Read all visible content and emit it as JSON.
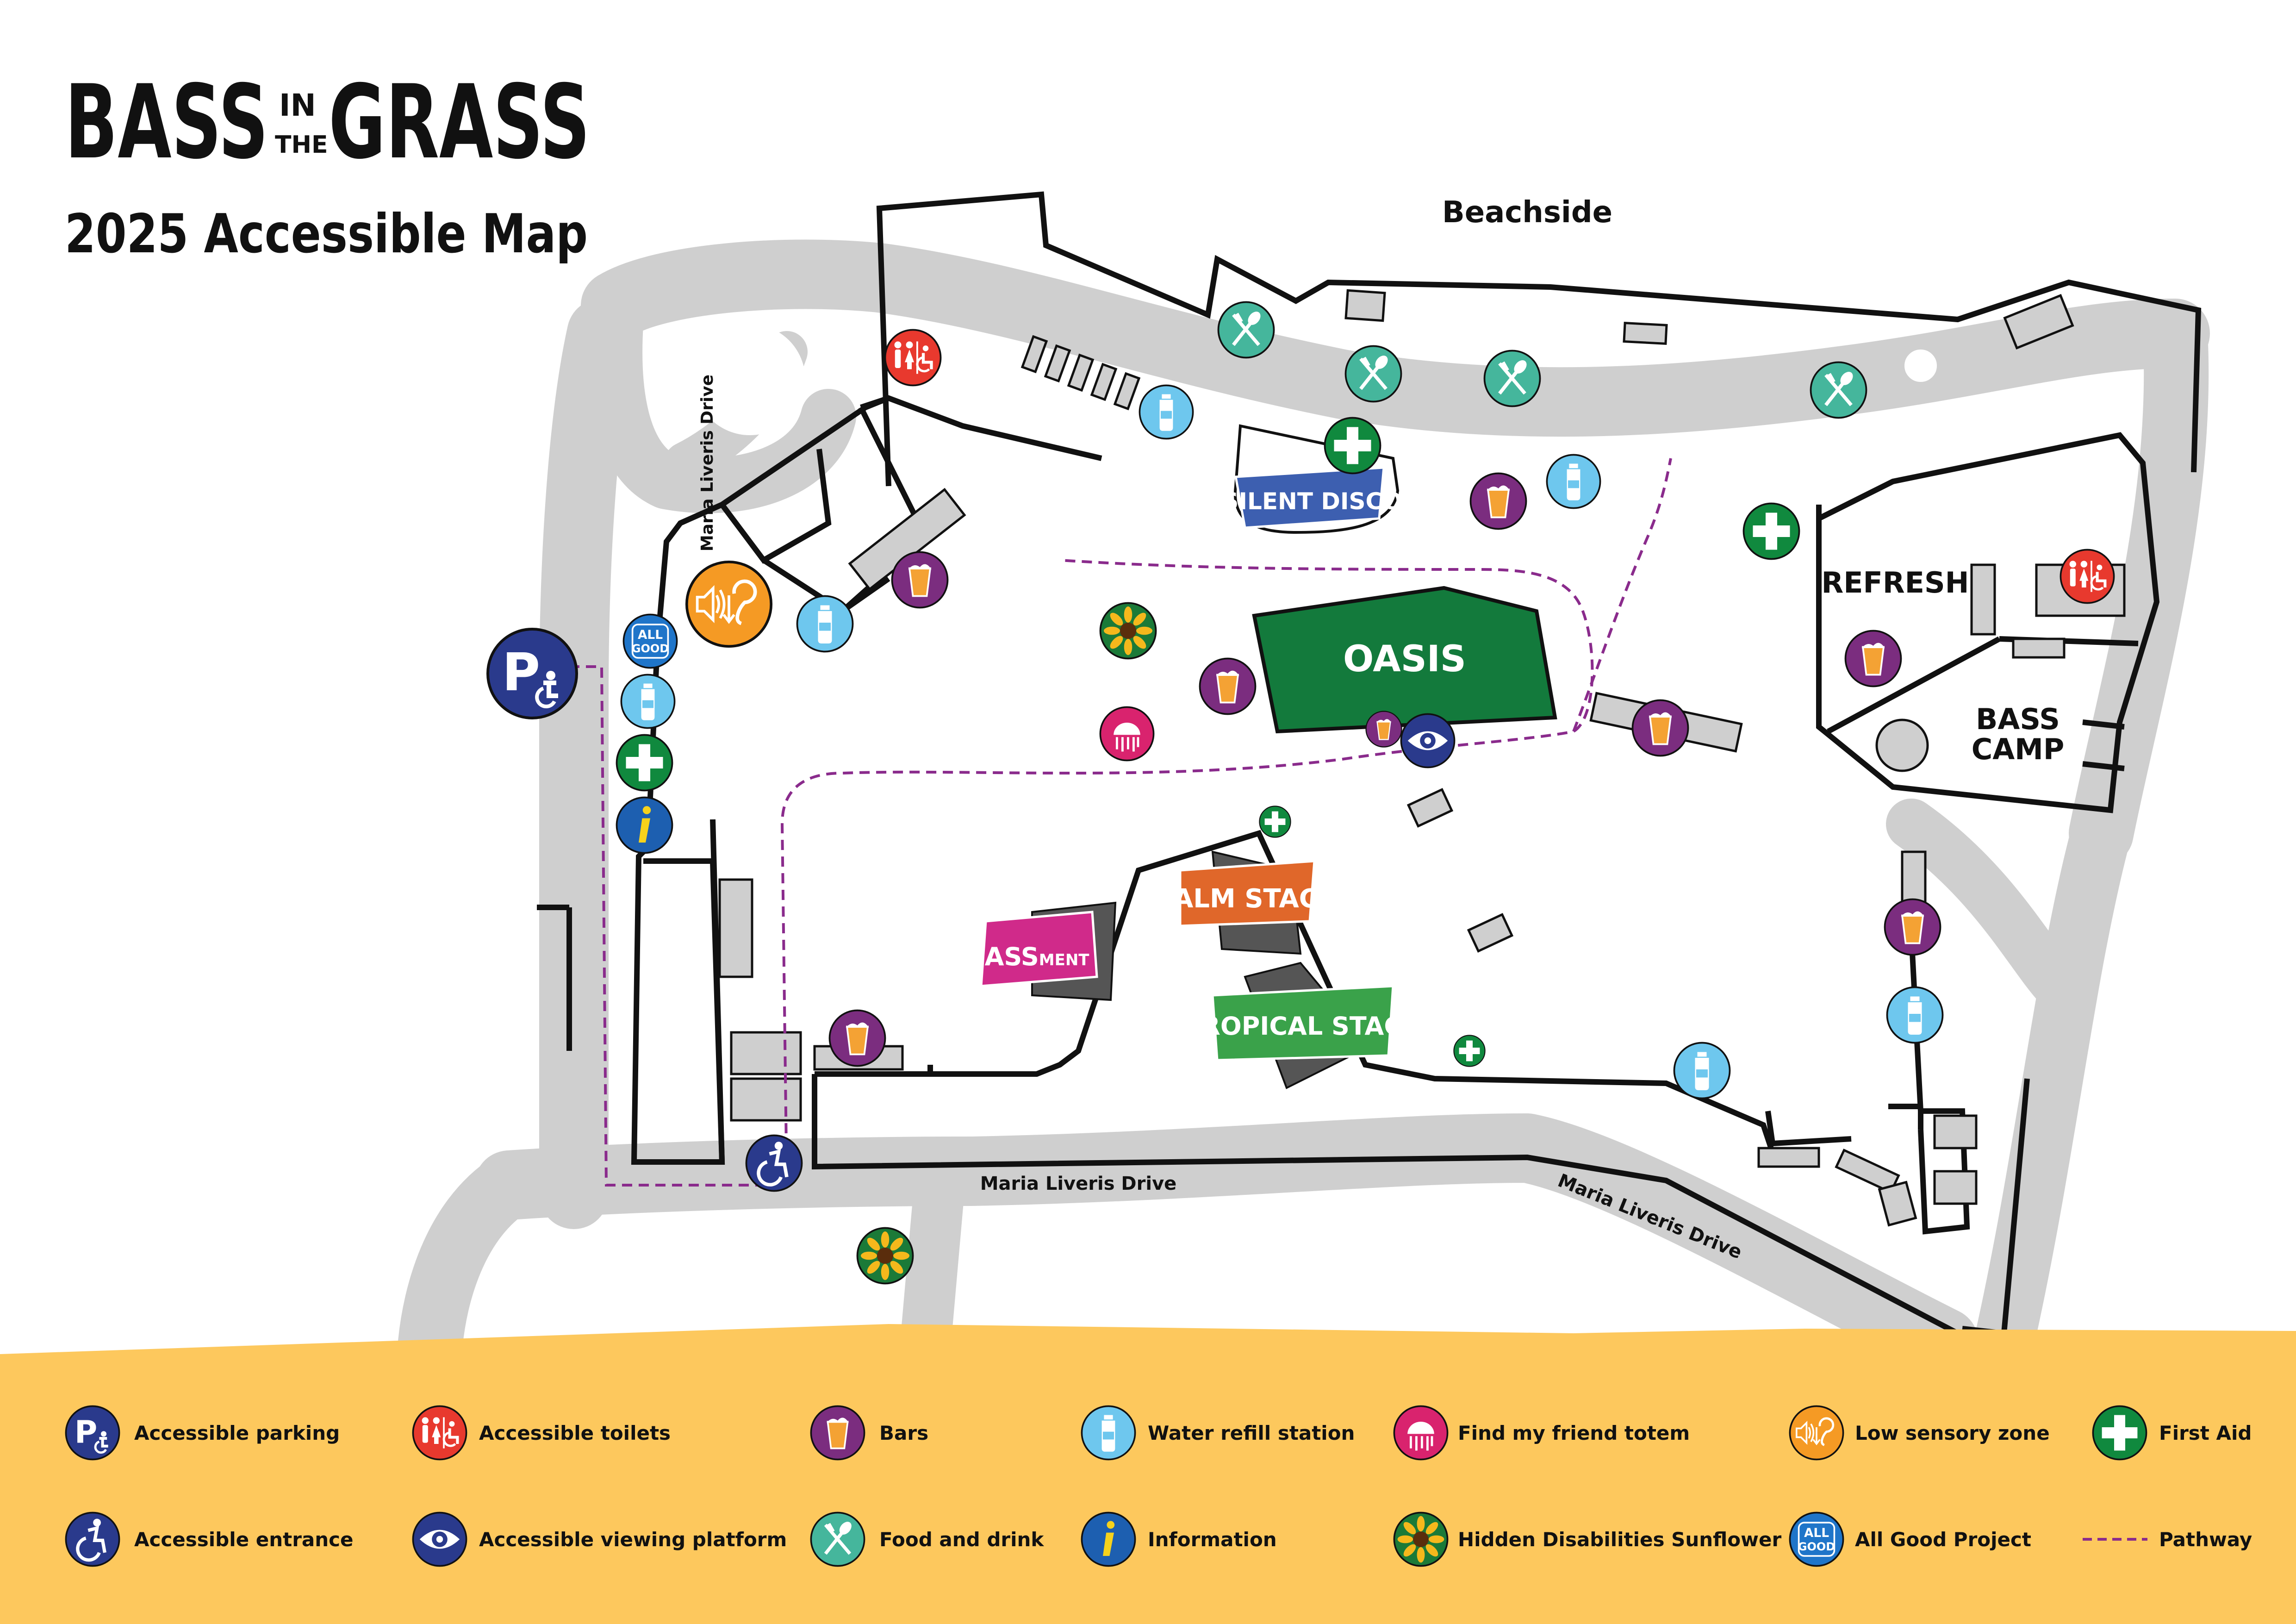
{
  "header": {
    "brand_left": "BASS",
    "brand_in": "IN",
    "brand_the": "THE",
    "brand_right": "GRASS",
    "map_title": "2025 Accessible Map"
  },
  "places": {
    "beachside": "Beachside",
    "road_west": "Maria Liveris Drive",
    "road_south": "Maria Liveris Drive",
    "road_southeast": "Maria Liveris Drive",
    "refresh": "REFRESH",
    "bass_camp_line1": "BASS",
    "bass_camp_line2": "CAMP"
  },
  "stages": {
    "silent_disco": "SILENT DISCO",
    "oasis": "OASIS",
    "palm_stage": "PALM STAGE",
    "tropical_stage": "TROPICAL STAGE",
    "bassment_main": "BASS",
    "bassment_sub": "MENT"
  },
  "colors": {
    "road": "#cfcfcf",
    "wall": "#111111",
    "legend_bg": "#fdc85d",
    "parking_blue": "#2a3a8c",
    "toilet_red": "#e8392e",
    "bar_purple": "#7b2d7f",
    "water_blue": "#6ec7ee",
    "totem_pink": "#d9236e",
    "sensory_orange": "#f59a24",
    "first_aid_green": "#10893e",
    "food_teal": "#45b69c",
    "info_blue": "#1d5fb0",
    "all_good_blue": "#1f75c9",
    "oasis_green": "#137a3c",
    "silent_disco_blue": "#3d5fb0",
    "palm_orange": "#e0672a",
    "tropical_green": "#3aa24a",
    "bassment_pink": "#d02a8a",
    "pathway": "#8a2b8c"
  },
  "legend": [
    {
      "icon": "accessible-parking-icon",
      "label": "Accessible parking"
    },
    {
      "icon": "accessible-toilets-icon",
      "label": "Accessible toilets"
    },
    {
      "icon": "bar-icon",
      "label": "Bars"
    },
    {
      "icon": "water-refill-icon",
      "label": "Water refill station"
    },
    {
      "icon": "friend-totem-icon",
      "label": "Find my friend totem"
    },
    {
      "icon": "low-sensory-icon",
      "label": "Low sensory zone"
    },
    {
      "icon": "first-aid-icon",
      "label": "First Aid"
    },
    {
      "icon": "accessible-entrance-icon",
      "label": "Accessible entrance"
    },
    {
      "icon": "viewing-platform-icon",
      "label": "Accessible viewing platform"
    },
    {
      "icon": "food-drink-icon",
      "label": "Food and drink"
    },
    {
      "icon": "information-icon",
      "label": "Information"
    },
    {
      "icon": "sunflower-icon",
      "label": "Hidden Disabilities Sunflower"
    },
    {
      "icon": "all-good-icon",
      "label": "All Good Project"
    },
    {
      "icon": "pathway-line-icon",
      "label": "Pathway"
    }
  ],
  "icon_text": {
    "all_good_line1": "ALL",
    "all_good_line2": "GOOD",
    "info_glyph": "i"
  }
}
